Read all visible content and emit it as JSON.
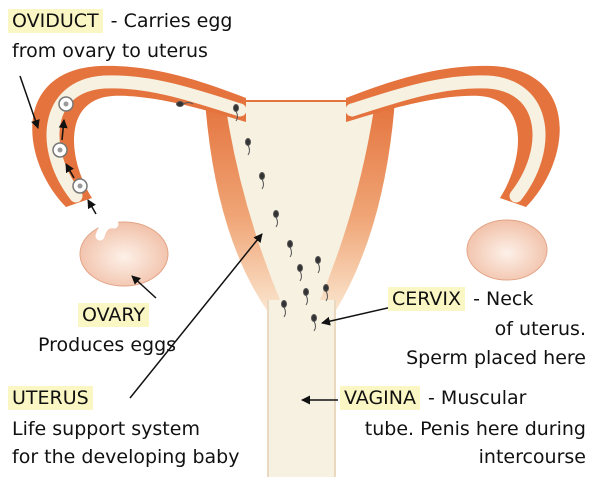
{
  "diagram": {
    "colors": {
      "tube": "#e4733d",
      "tube_dark": "#c9541f",
      "uterus_light": "#f9e3c8",
      "inner": "#f6f1e0",
      "ovary": "#f7d6c2",
      "label_bg": "#fbf7c4",
      "arrow": "#111111"
    },
    "oviduct": {
      "name": "OVIDUCT",
      "line1": " - Carries egg",
      "line2": "from ovary to uterus"
    },
    "ovary": {
      "name": "OVARY",
      "desc": "Produces eggs"
    },
    "uterus": {
      "name": "UTERUS",
      "desc1": "Life support system",
      "desc2": "for the developing baby"
    },
    "cervix": {
      "name": "CERVIX",
      "line1": " - Neck",
      "line2": "of uterus.",
      "line3": "Sperm placed here"
    },
    "vagina": {
      "name": "VAGINA",
      "line1": " - Muscular",
      "line2": "tube. Penis here during",
      "line3": "intercourse"
    }
  }
}
